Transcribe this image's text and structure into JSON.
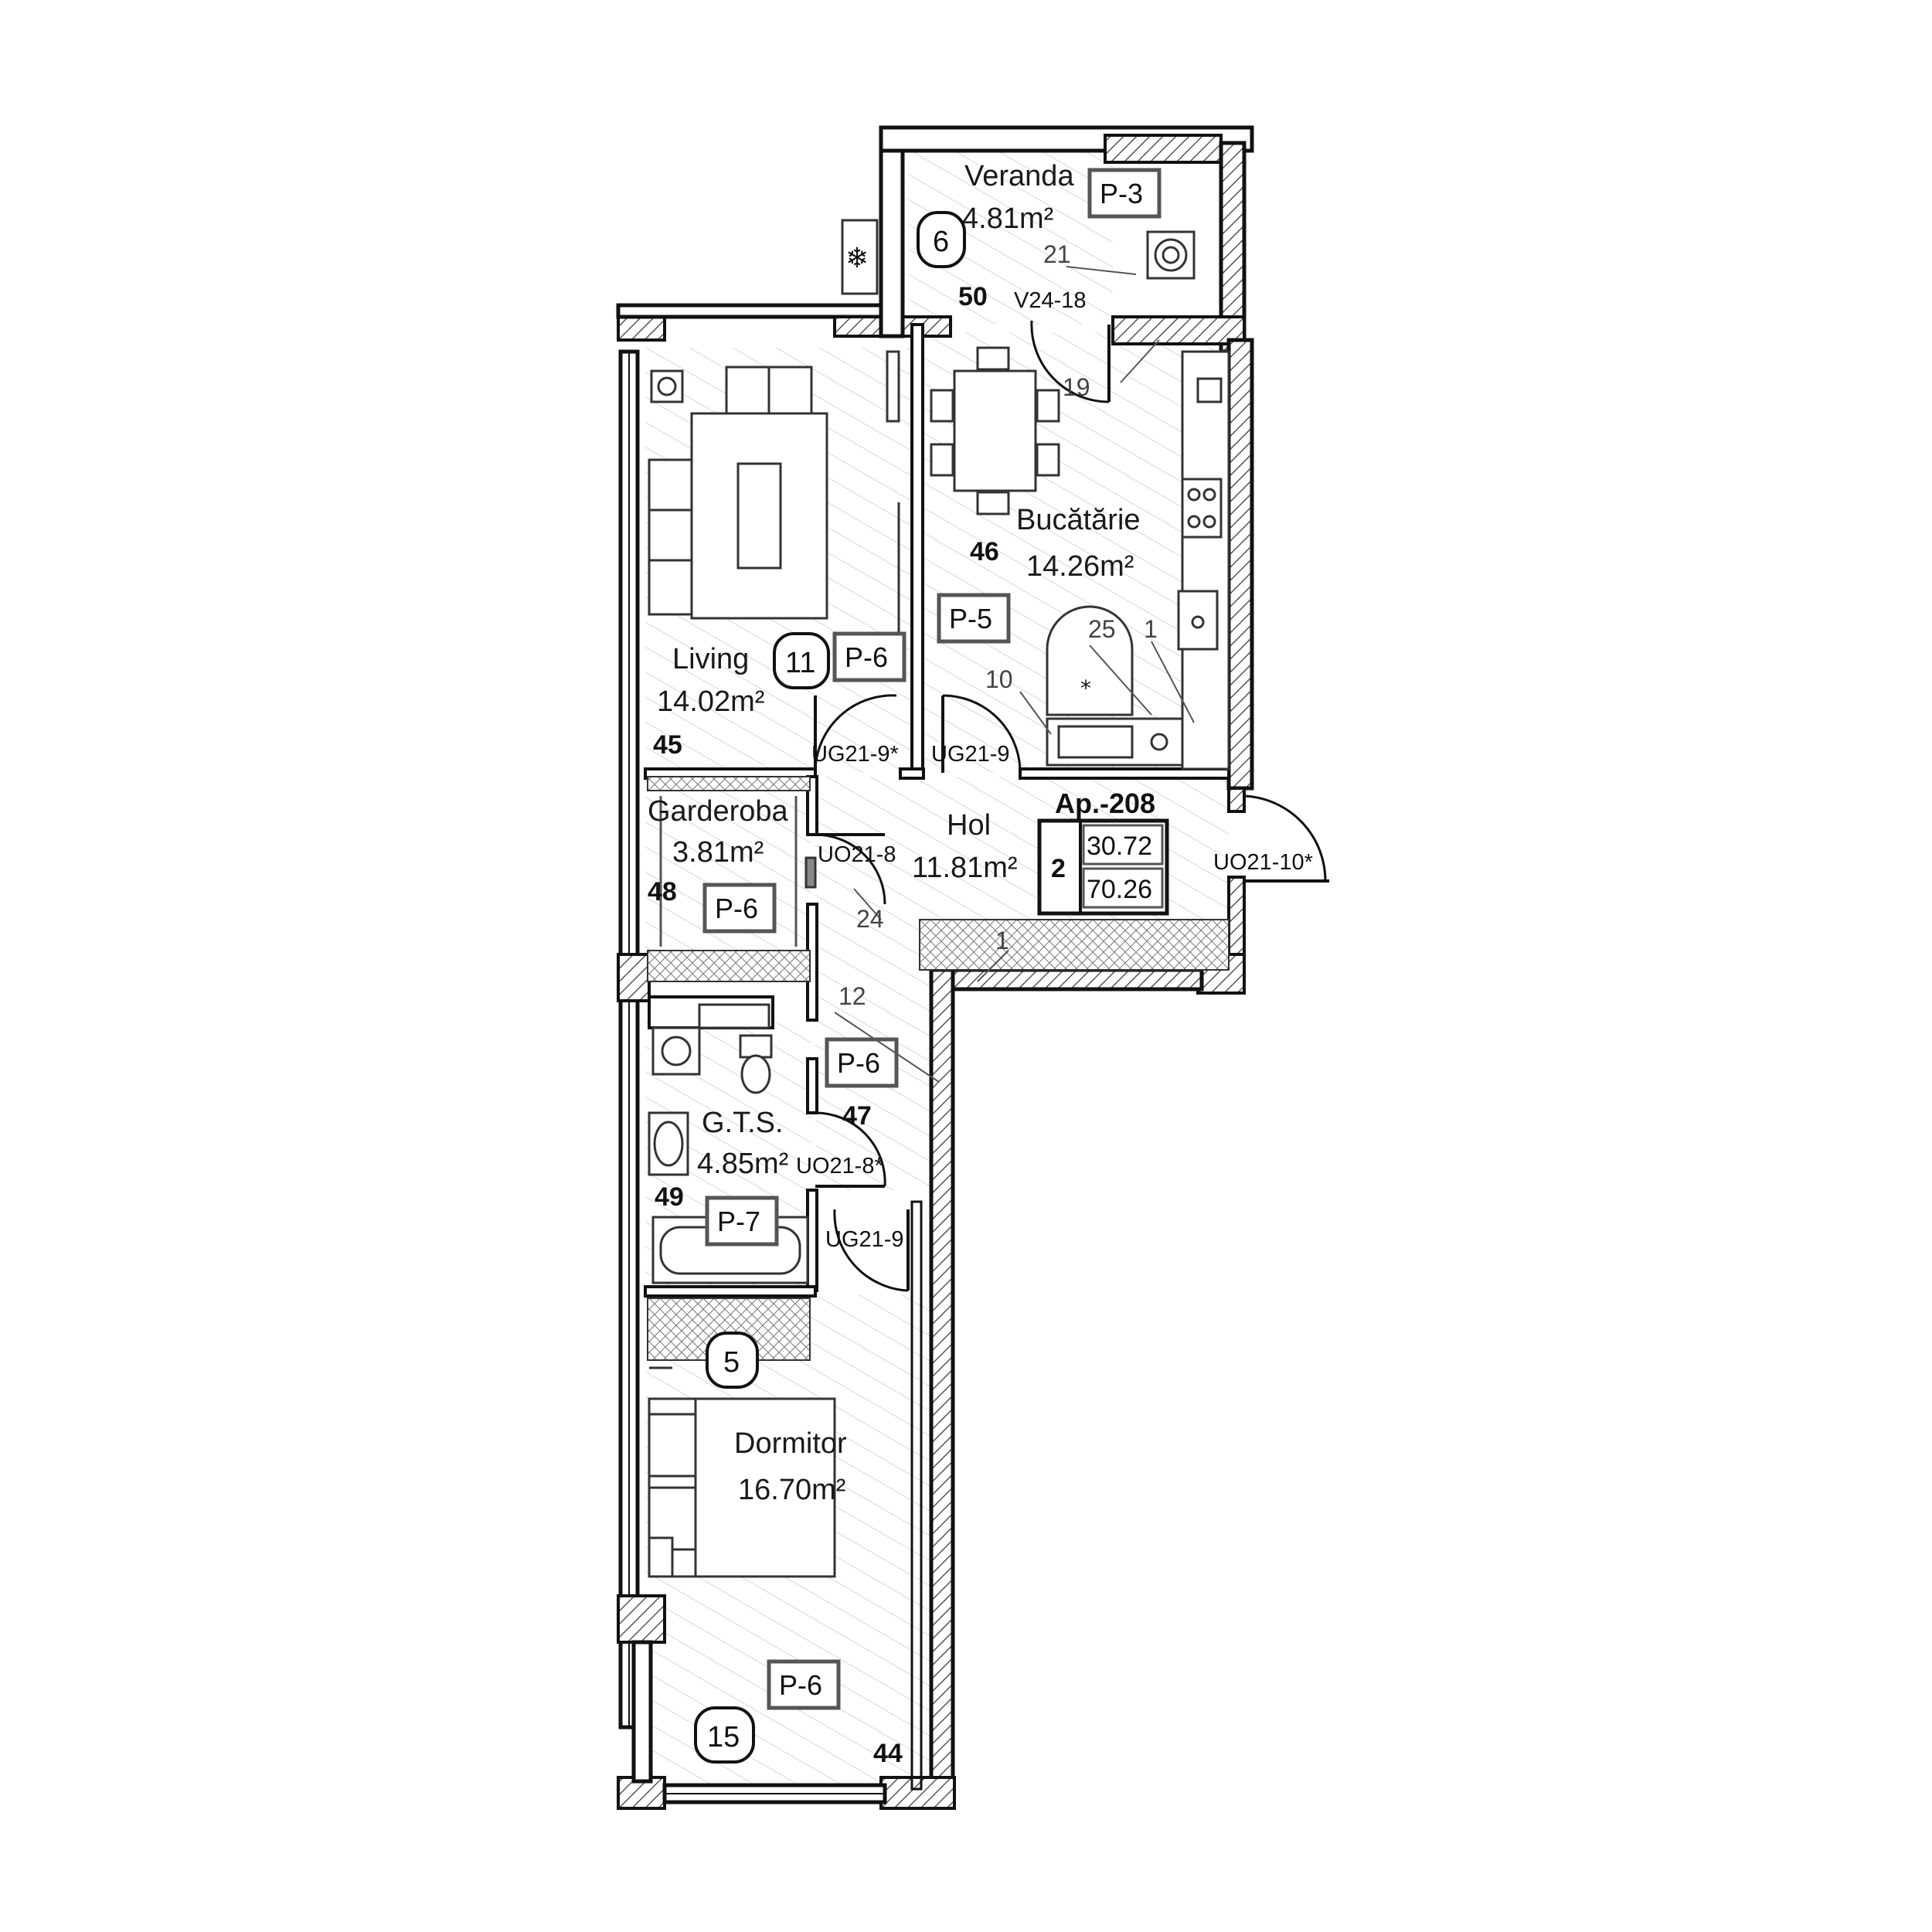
{
  "rooms": {
    "veranda": {
      "name": "Veranda",
      "area": "4.81m²",
      "code": "50"
    },
    "bucatarie": {
      "name": "Bucătărie",
      "area": "14.26m²",
      "code": "46"
    },
    "living": {
      "name": "Living",
      "area": "14.02m²",
      "code": "45"
    },
    "hol": {
      "name": "Hol",
      "area": "11.81m²",
      "code": "47"
    },
    "garderoba": {
      "name": "Garderoba",
      "area": "3.81m²",
      "code": "48"
    },
    "gts": {
      "name": "G.T.S.",
      "area": "4.85m²",
      "code": "49"
    },
    "dormitor": {
      "name": "Dormitor",
      "area": "16.70m²",
      "code": "44"
    }
  },
  "finish_tags": {
    "veranda": "P-3",
    "bucatarie": "P-5",
    "living": "P-6",
    "garderoba": "P-6",
    "hol": "P-6",
    "gts": "P-7",
    "dormitor": "P-6"
  },
  "circle_markers": {
    "veranda": "6",
    "living": "11",
    "corridor": "5",
    "dormitor": "15"
  },
  "door_labels": {
    "v24_18": "V24-18",
    "ug21_9_star": "UG21-9*",
    "ug21_9_kitchen": "UG21-9",
    "uo21_8": "UO21-8",
    "uo21_10_star": "UO21-10*",
    "uo21_8_star": "UO21-8*",
    "ug21_9_bed": "UG21-9"
  },
  "leader_numbers": {
    "n21": "21",
    "n19": "19",
    "n25": "25",
    "n1_kitchen": "1",
    "n10": "10",
    "n24": "24",
    "n1_hall": "1",
    "n12": "12"
  },
  "apartment": {
    "title": "Ap.-208",
    "rooms_count": "2",
    "living_area": "30.72",
    "total_area": "70.26"
  },
  "colors": {
    "wall": "#111111",
    "hatch": "#c8c8c8",
    "wall_hatch": "#555555",
    "furniture": "#333333"
  }
}
